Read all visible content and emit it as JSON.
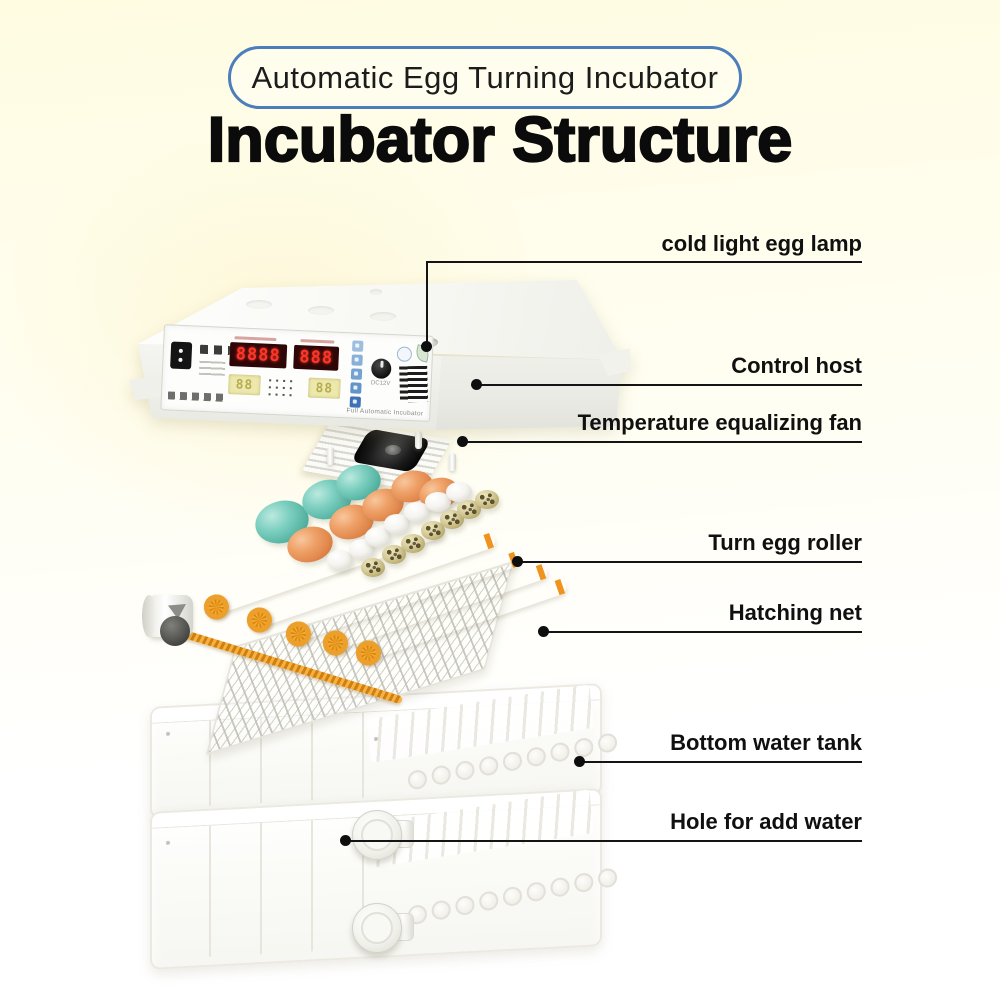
{
  "badge": {
    "text": "Automatic Egg Turning Incubator"
  },
  "title": {
    "text": "Incubator Structure"
  },
  "callouts": [
    {
      "text": "cold light egg lamp"
    },
    {
      "text": "Control host"
    },
    {
      "text": "Temperature equalizing fan"
    },
    {
      "text": "Turn egg roller"
    },
    {
      "text": "Hatching net"
    },
    {
      "text": "Bottom water tank"
    },
    {
      "text": "Hole for add water"
    }
  ],
  "control_panel": {
    "egg_turn_display": "8888",
    "temperature_display": "888",
    "yellow_display_left": "88",
    "yellow_display_right": "88",
    "knob_label": "DC12V",
    "brand_text": "Full Automatic Incubator"
  },
  "colors": {
    "background_top": "#fffce2",
    "background_bottom": "#ffffff",
    "badge_outline": "#4d7ebc",
    "callout_line": "#141414",
    "led_red": "#ff352a",
    "roller_orange": "#f0931e",
    "egg_teal": "#5fbfae",
    "egg_orange": "#e08a4a",
    "egg_quail": "#cfc48c"
  }
}
